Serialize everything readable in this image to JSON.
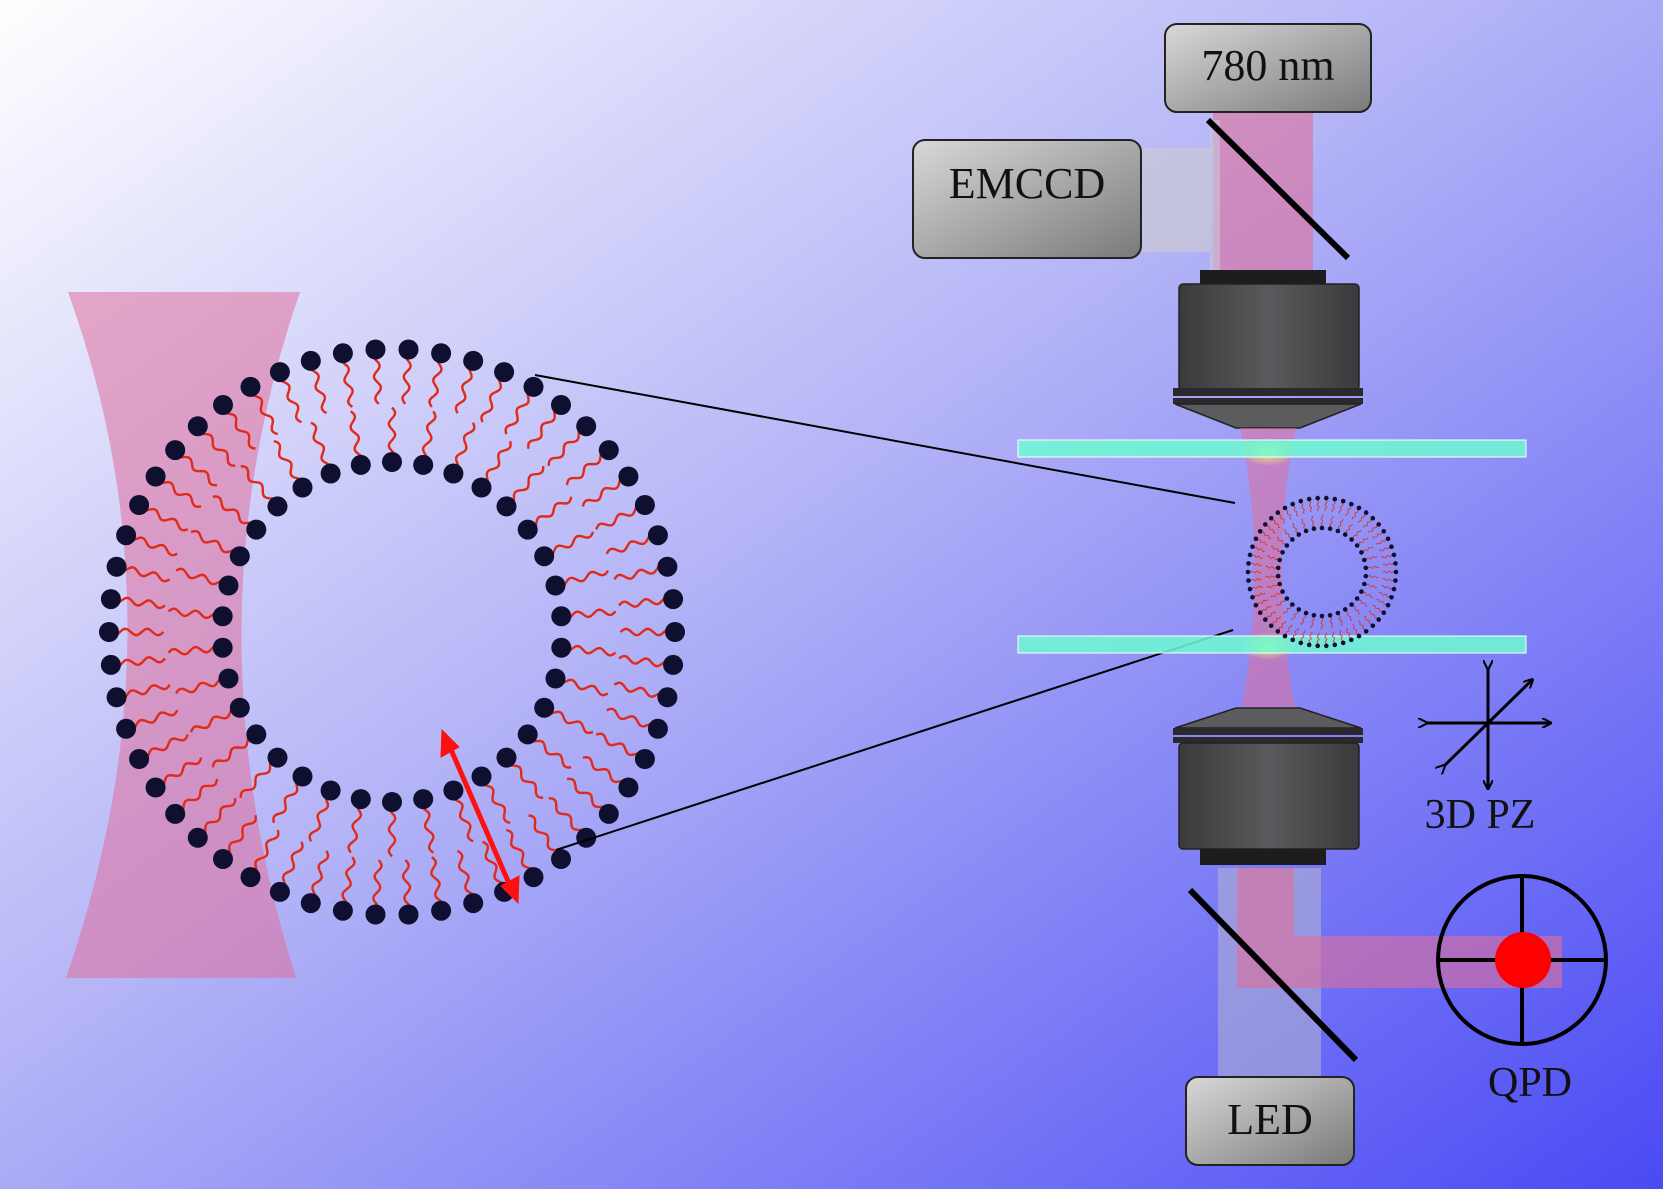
{
  "labels": {
    "laser": "780 nm",
    "camera": "EMCCD",
    "light_source": "LED",
    "detector": "QPD",
    "stage": "3D PZ"
  },
  "colors": {
    "background_start": "#ffffff",
    "background_mid": "#b4b4f7",
    "background_end": "#4a4af5",
    "beam": "#e0709a",
    "lipid_head": "#0f1030",
    "lipid_tail": "#e02a1a",
    "coverslip": "#6efad2",
    "objective": "#4a4a4c",
    "box_fill": "#8a8a8a",
    "detector_spot": "#ff0000",
    "arrow": "#ff1010"
  },
  "icons": [
    "vesicle-bilayer",
    "optical-trap-beam",
    "objective-lens",
    "dichroic-mirror",
    "quadrant-photodiode",
    "piezo-axes-icon",
    "fluctuation-arrow"
  ]
}
